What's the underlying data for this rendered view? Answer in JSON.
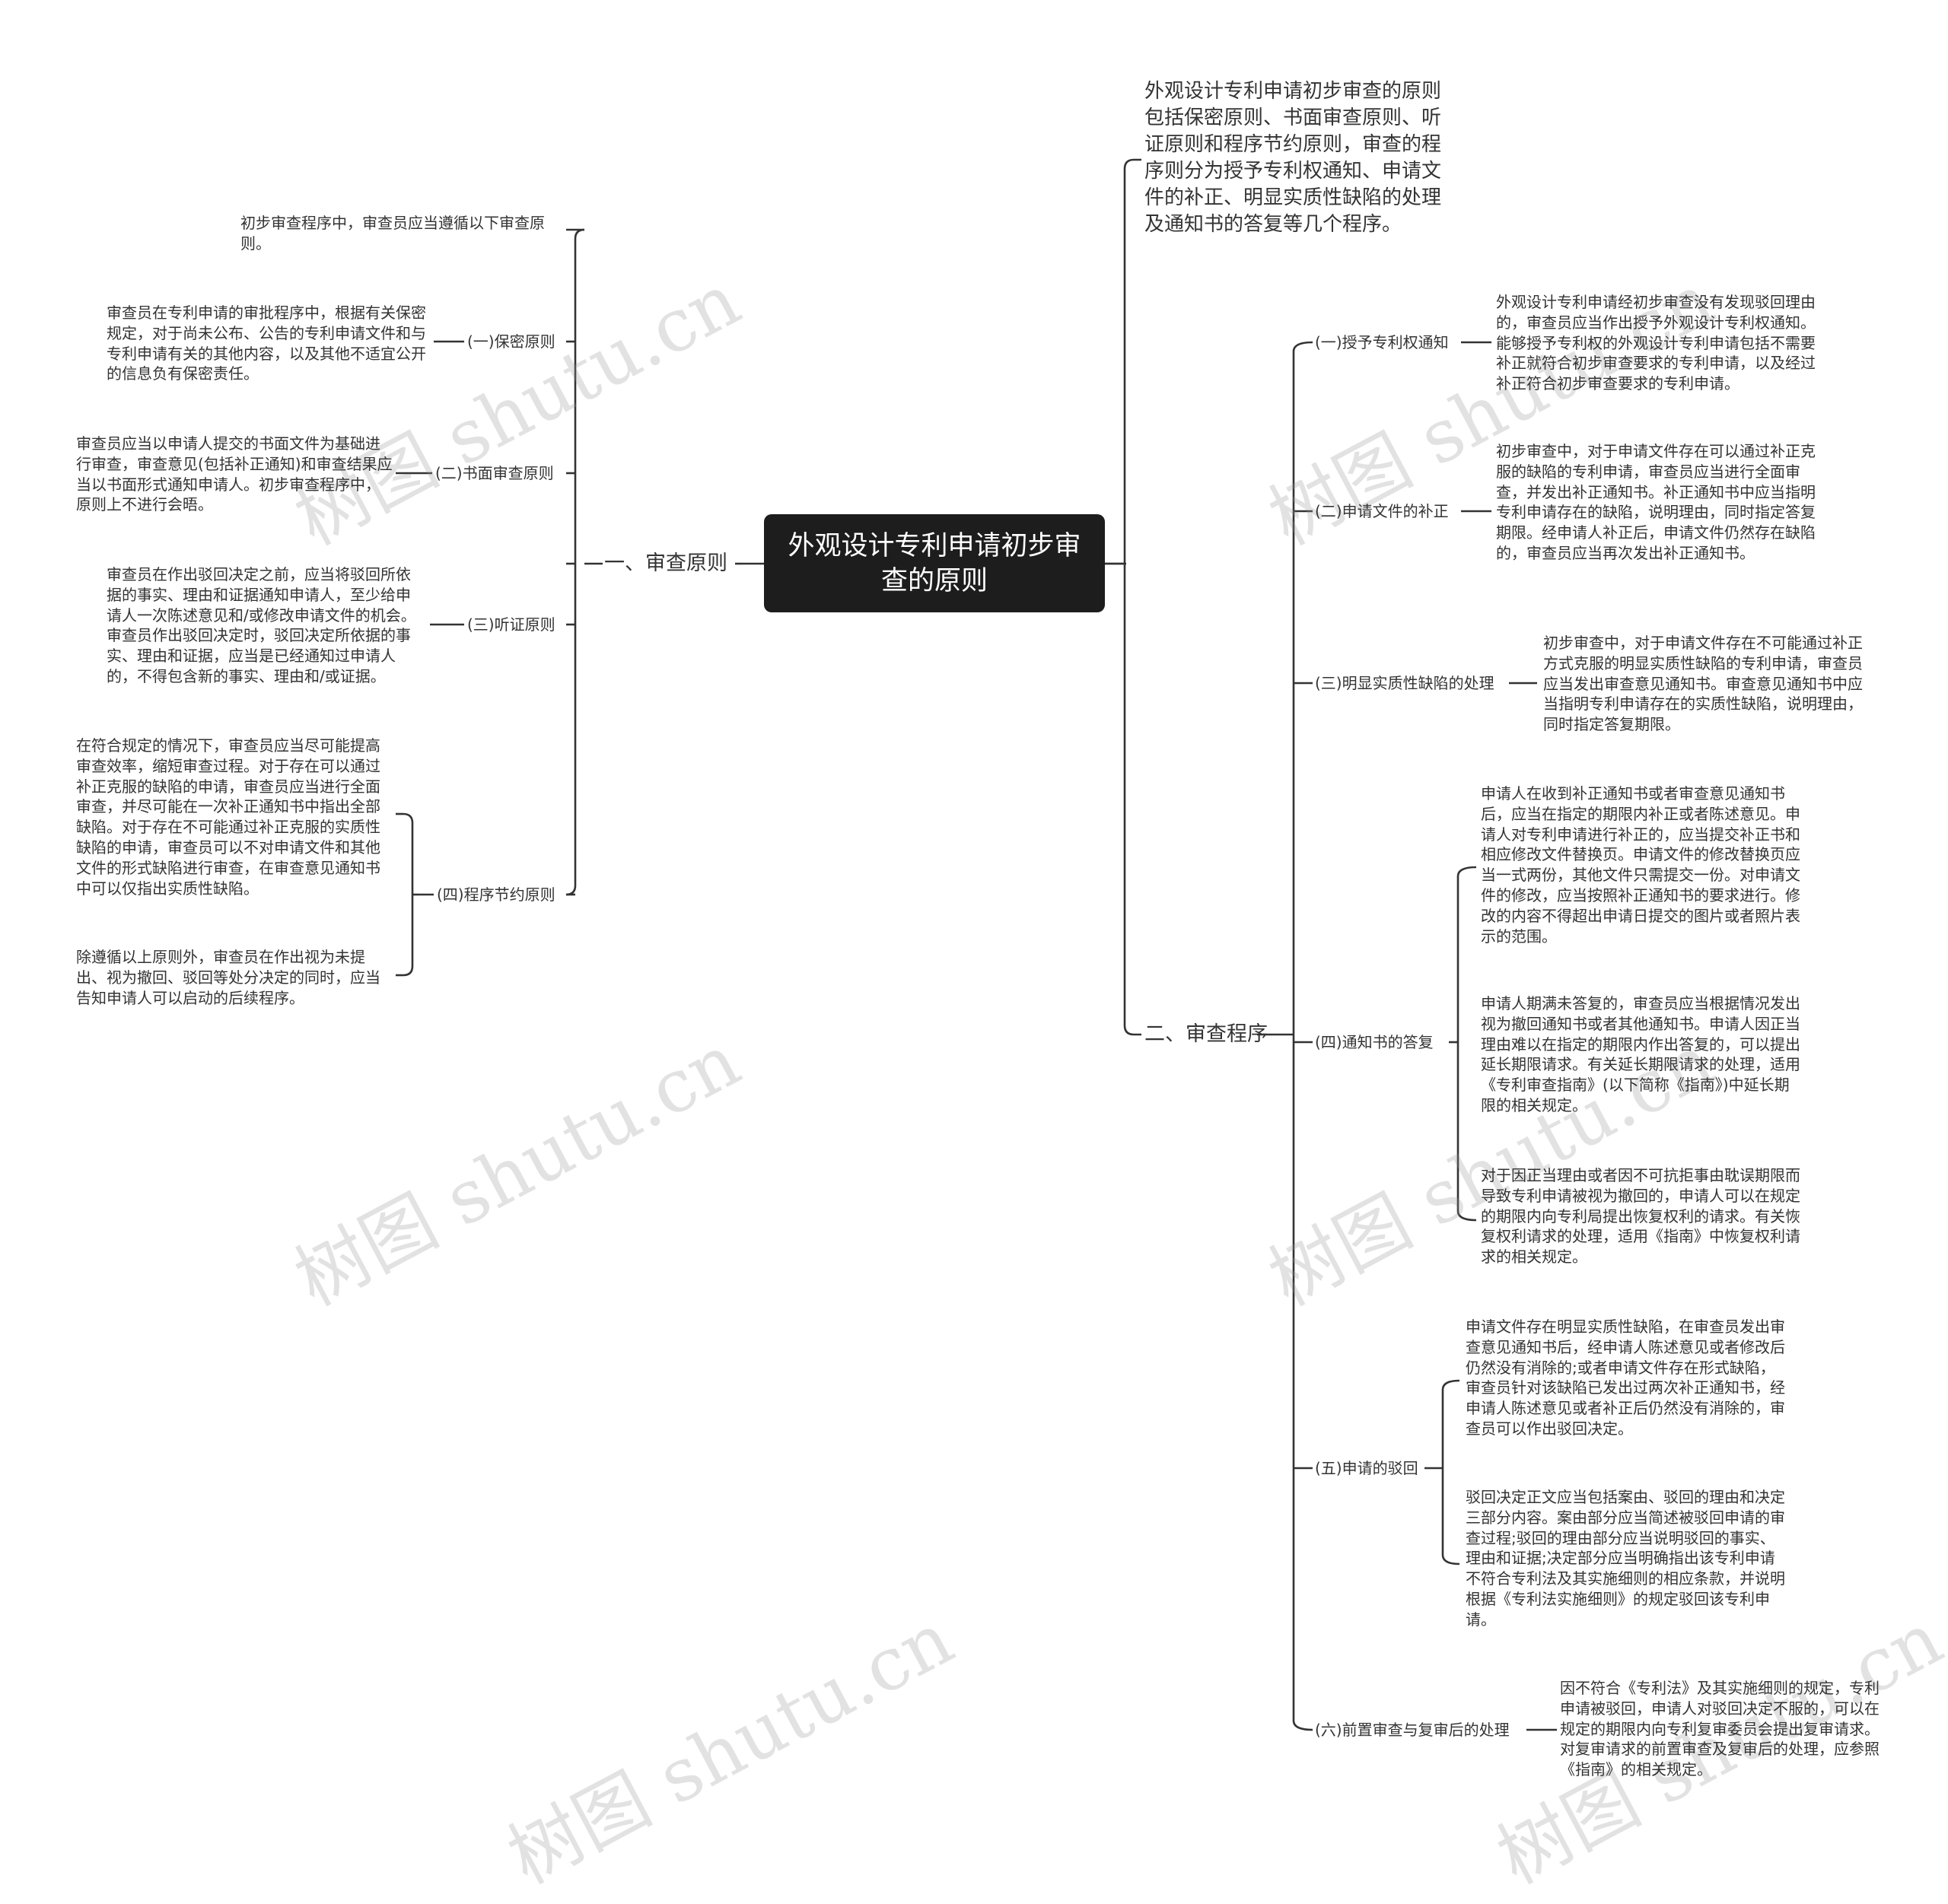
{
  "root": {
    "title": "外观设计专利申请初步审查的原则"
  },
  "watermark": "树图 shutu.cn",
  "intro": "外观设计专利申请初步审查的原则包括保密原则、书面审查原则、听证原则和程序节约原则，审查的程序则分为授予专利权通知、申请文件的补正、明显实质性缺陷的处理及通知书的答复等几个程序。",
  "left": {
    "label": "一、审查原则",
    "lead": "初步审查程序中，审查员应当遵循以下审查原则。",
    "items": [
      {
        "label": "(一)保密原则",
        "texts": [
          "审查员在专利申请的审批程序中，根据有关保密规定，对于尚未公布、公告的专利申请文件和与专利申请有关的其他内容，以及其他不适宜公开的信息负有保密责任。"
        ]
      },
      {
        "label": "(二)书面审查原则",
        "texts": [
          "审查员应当以申请人提交的书面文件为基础进行审查，审查意见(包括补正通知)和审查结果应当以书面形式通知申请人。初步审查程序中，原则上不进行会晤。"
        ]
      },
      {
        "label": "(三)听证原则",
        "texts": [
          "审查员在作出驳回决定之前，应当将驳回所依据的事实、理由和证据通知申请人，至少给申请人一次陈述意见和/或修改申请文件的机会。审查员作出驳回决定时，驳回决定所依据的事实、理由和证据，应当是已经通知过申请人的，不得包含新的事实、理由和/或证据。"
        ]
      },
      {
        "label": "(四)程序节约原则",
        "texts": [
          "在符合规定的情况下，审查员应当尽可能提高审查效率，缩短审查过程。对于存在可以通过补正克服的缺陷的申请，审查员应当进行全面审查，并尽可能在一次补正通知书中指出全部缺陷。对于存在不可能通过补正克服的实质性缺陷的申请，审查员可以不对申请文件和其他文件的形式缺陷进行审查，在审查意见通知书中可以仅指出实质性缺陷。",
          "除遵循以上原则外，审查员在作出视为未提出、视为撤回、驳回等处分决定的同时，应当告知申请人可以启动的后续程序。"
        ]
      }
    ]
  },
  "right": {
    "label": "二、审查程序",
    "items": [
      {
        "label": "(一)授予专利权通知",
        "texts": [
          "外观设计专利申请经初步审查没有发现驳回理由的，审查员应当作出授予外观设计专利权通知。能够授予专利权的外观设计专利申请包括不需要补正就符合初步审查要求的专利申请，以及经过补正符合初步审查要求的专利申请。"
        ]
      },
      {
        "label": "(二)申请文件的补正",
        "texts": [
          "初步审查中，对于申请文件存在可以通过补正克服的缺陷的专利申请，审查员应当进行全面审查，并发出补正通知书。补正通知书中应当指明专利申请存在的缺陷，说明理由，同时指定答复期限。经申请人补正后，申请文件仍然存在缺陷的，审查员应当再次发出补正通知书。"
        ]
      },
      {
        "label": "(三)明显实质性缺陷的处理",
        "texts": [
          "初步审查中，对于申请文件存在不可能通过补正方式克服的明显实质性缺陷的专利申请，审查员应当发出审查意见通知书。审查意见通知书中应当指明专利申请存在的实质性缺陷，说明理由，同时指定答复期限。"
        ]
      },
      {
        "label": "(四)通知书的答复",
        "texts": [
          "申请人在收到补正通知书或者审查意见通知书后，应当在指定的期限内补正或者陈述意见。申请人对专利申请进行补正的，应当提交补正书和相应修改文件替换页。申请文件的修改替换页应当一式两份，其他文件只需提交一份。对申请文件的修改，应当按照补正通知书的要求进行。修改的内容不得超出申请日提交的图片或者照片表示的范围。",
          "申请人期满未答复的，审查员应当根据情况发出视为撤回通知书或者其他通知书。申请人因正当理由难以在指定的期限内作出答复的，可以提出延长期限请求。有关延长期限请求的处理，适用《专利审查指南》(以下简称《指南》)中延长期限的相关规定。",
          "对于因正当理由或者因不可抗拒事由耽误期限而导致专利申请被视为撤回的，申请人可以在规定的期限内向专利局提出恢复权利的请求。有关恢复权利请求的处理，适用《指南》中恢复权利请求的相关规定。"
        ]
      },
      {
        "label": "(五)申请的驳回",
        "texts": [
          "申请文件存在明显实质性缺陷，在审查员发出审查意见通知书后，经申请人陈述意见或者修改后仍然没有消除的;或者申请文件存在形式缺陷，审查员针对该缺陷已发出过两次补正通知书，经申请人陈述意见或者补正后仍然没有消除的，审查员可以作出驳回决定。",
          "驳回决定正文应当包括案由、驳回的理由和决定三部分内容。案由部分应当简述被驳回申请的审查过程;驳回的理由部分应当说明驳回的事实、理由和证据;决定部分应当明确指出该专利申请不符合专利法及其实施细则的相应条款，并说明根据《专利法实施细则》的规定驳回该专利申请。"
        ]
      },
      {
        "label": "(六)前置审查与复审后的处理",
        "texts": [
          "因不符合《专利法》及其实施细则的规定，专利申请被驳回，申请人对驳回决定不服的，可以在规定的期限内向专利复审委员会提出复审请求。对复审请求的前置审查及复审后的处理，应参照《指南》的相关规定。"
        ]
      }
    ]
  }
}
